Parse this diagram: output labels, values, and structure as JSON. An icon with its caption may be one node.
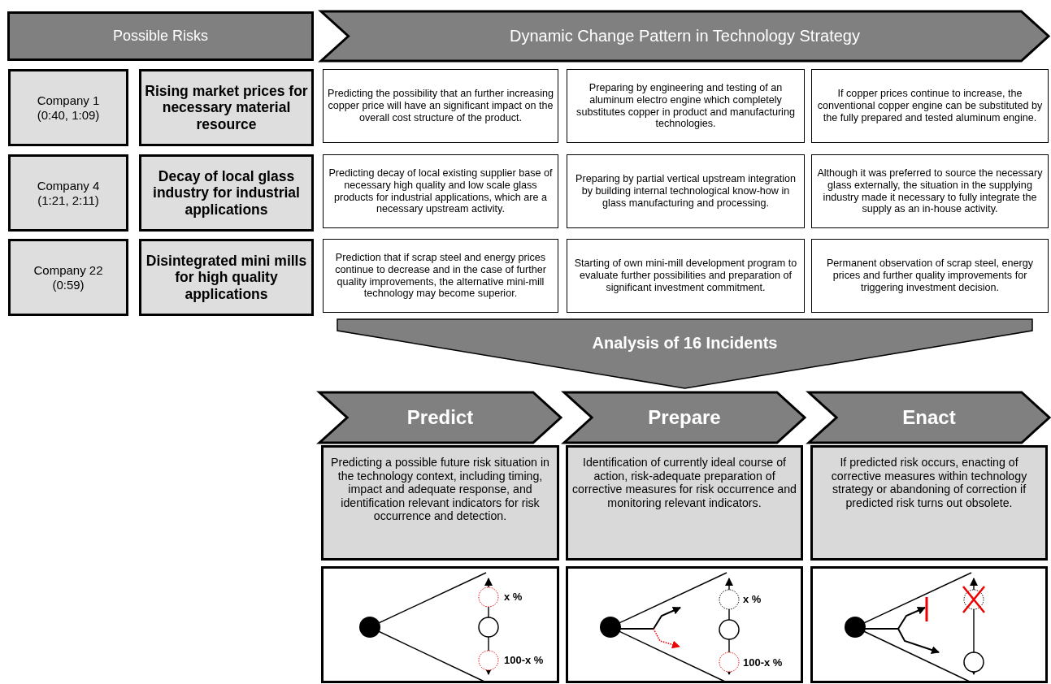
{
  "diagram": {
    "nodes": [
      {
        "text": [
          "Possible Risks"
        ]
      },
      {
        "text": [
          "Dynamic Change Pattern in Technology Strategy"
        ]
      },
      {
        "text": [
          "Company 1 (0:40, 1:09)"
        ]
      },
      {
        "text": [
          "Rising market prices for necessary material resource"
        ]
      },
      {
        "text": [
          "Predicting the possibility that an further increasing copper price will have an significant impact on the overall cost structure of the product."
        ]
      },
      {
        "text": [
          "Preparing by engineering and testing of an aluminum electro engine which completely substitutes copper in product and manufacturing technologies."
        ]
      },
      {
        "text": [
          "If copper prices continue to increase, the conventional copper engine can be substituted by the fully prepared and tested aluminum engine."
        ]
      },
      {
        "text": [
          "Company 4 (1:21, 2:11)"
        ]
      },
      {
        "text": [
          "Decay of local glass industry for industrial applications"
        ]
      },
      {
        "text": [
          "Predicting decay of local existing supplier base of necessary high quality and low scale glass products for industrial applications, which are a necessary upstream activity."
        ]
      },
      {
        "text": [
          "Preparing by partial vertical upstream integration by building internal technological know-how in glass manufacturing and processing."
        ]
      },
      {
        "text": [
          "Although it was preferred to source the necessary glass externally, the situation in the supplying industry made it necessary to fully integrate the supply as an in-house activity."
        ]
      },
      {
        "text": [
          "Company 22 (0:59)"
        ]
      },
      {
        "text": [
          "Disintegrated mini mills for high quality applications"
        ]
      },
      {
        "text": [
          "Prediction that if scrap steel and energy prices continue to decrease and in the case of further quality improvements, the alternative mini-mill technology may become superior."
        ]
      },
      {
        "text": [
          "Starting of own mini-mill development program to evaluate further possibilities and preparation of significant investment commitment."
        ]
      },
      {
        "text": [
          "Permanent observation of scrap steel, energy prices and further quality improvements for triggering investment decision."
        ]
      },
      {
        "text": [
          "Analysis of 16 Incidents"
        ]
      },
      {
        "text": [
          "Predict"
        ]
      },
      {
        "text": [
          "Prepare"
        ]
      },
      {
        "text": [
          "Enact"
        ]
      },
      {
        "text": [
          "Predicting a possible future risk situation in the technology context, including timing, impact and adequate response, and identification relevant indicators for risk occurrence and detection."
        ]
      },
      {
        "text": [
          "Identification of currently ideal course of action, risk-adequate preparation of corrective measures for risk occurrence and monitoring relevant indicators."
        ]
      },
      {
        "text": [
          "If predicted risk occurs, enacting of corrective measures within technology strategy or abandoning of correction if predicted risk turns out obsolete."
        ]
      },
      {
        "text": [],
        "shape": "picture"
      },
      {
        "text": [],
        "shape": "picture"
      },
      {
        "text": [],
        "shape": "picture"
      }
    ],
    "labels": [
      "x %",
      "100-x %",
      "x %",
      "100-x %"
    ]
  }
}
